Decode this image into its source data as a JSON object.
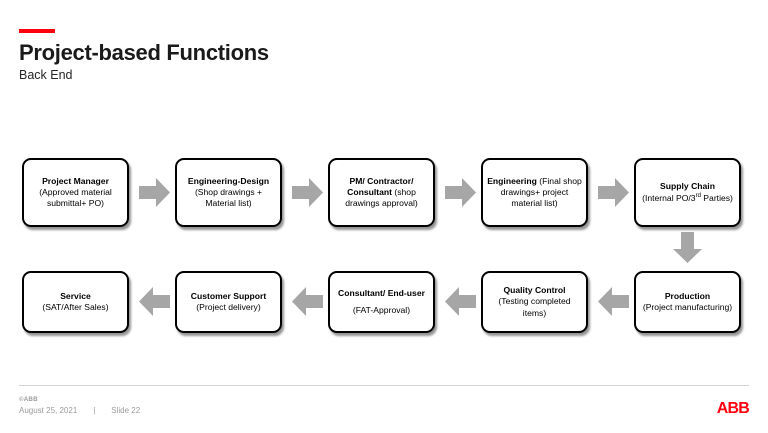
{
  "header": {
    "title": "Project-based Functions",
    "subtitle": "Back End",
    "accent_color": "#ff000f"
  },
  "diagram": {
    "node_border_color": "#000000",
    "node_fill_color": "#ffffff",
    "arrow_color": "#a6a6a6",
    "row1": [
      {
        "id": "project-manager",
        "bold": "Project Manager",
        "detail": "(Approved material submittal+ PO)"
      },
      {
        "id": "engineering-design",
        "bold": "Engineering-Design",
        "detail": "(Shop drawings + Material list)"
      },
      {
        "id": "pm-contractor-consultant",
        "bold": "PM/ Contractor/ Consultant",
        "detail": " (shop drawings approval)"
      },
      {
        "id": "engineering",
        "bold": "Engineering",
        "detail": " (Final shop drawings+ project material list)"
      },
      {
        "id": "supply-chain",
        "bold": "Supply Chain",
        "detail_pre": "(Internal PO/3",
        "detail_sup": "rd",
        "detail_post": " Parties)"
      }
    ],
    "row2": [
      {
        "id": "service",
        "bold": "Service",
        "detail": "(SAT/After Sales)"
      },
      {
        "id": "customer-support",
        "bold": "Customer Support",
        "detail": " (Project delivery)"
      },
      {
        "id": "consultant-end-user",
        "bold": "Consultant/ End-user",
        "detail": "(FAT-Approval)"
      },
      {
        "id": "quality-control",
        "bold": "Quality Control",
        "detail": "(Testing completed items)"
      },
      {
        "id": "production",
        "bold": "Production",
        "detail": "(Project manufacturing)"
      }
    ],
    "arrows": [
      {
        "id": "arrow-pm-to-engdesign",
        "direction": "right"
      },
      {
        "id": "arrow-engdesign-to-pmcontractor",
        "direction": "right"
      },
      {
        "id": "arrow-pmcontractor-to-engineering",
        "direction": "right"
      },
      {
        "id": "arrow-engineering-to-supplychain",
        "direction": "right"
      },
      {
        "id": "arrow-supplychain-to-production",
        "direction": "down"
      },
      {
        "id": "arrow-production-to-qualitycontrol",
        "direction": "left"
      },
      {
        "id": "arrow-qualitycontrol-to-consultant",
        "direction": "left"
      },
      {
        "id": "arrow-consultant-to-customersupport",
        "direction": "left"
      },
      {
        "id": "arrow-customersupport-to-service",
        "direction": "left"
      }
    ]
  },
  "footer": {
    "copyright": "©ABB",
    "date": "August 25, 2021",
    "separator": "|",
    "slide": "Slide 22",
    "logo": "ABB",
    "logo_color": "#ff000f"
  }
}
